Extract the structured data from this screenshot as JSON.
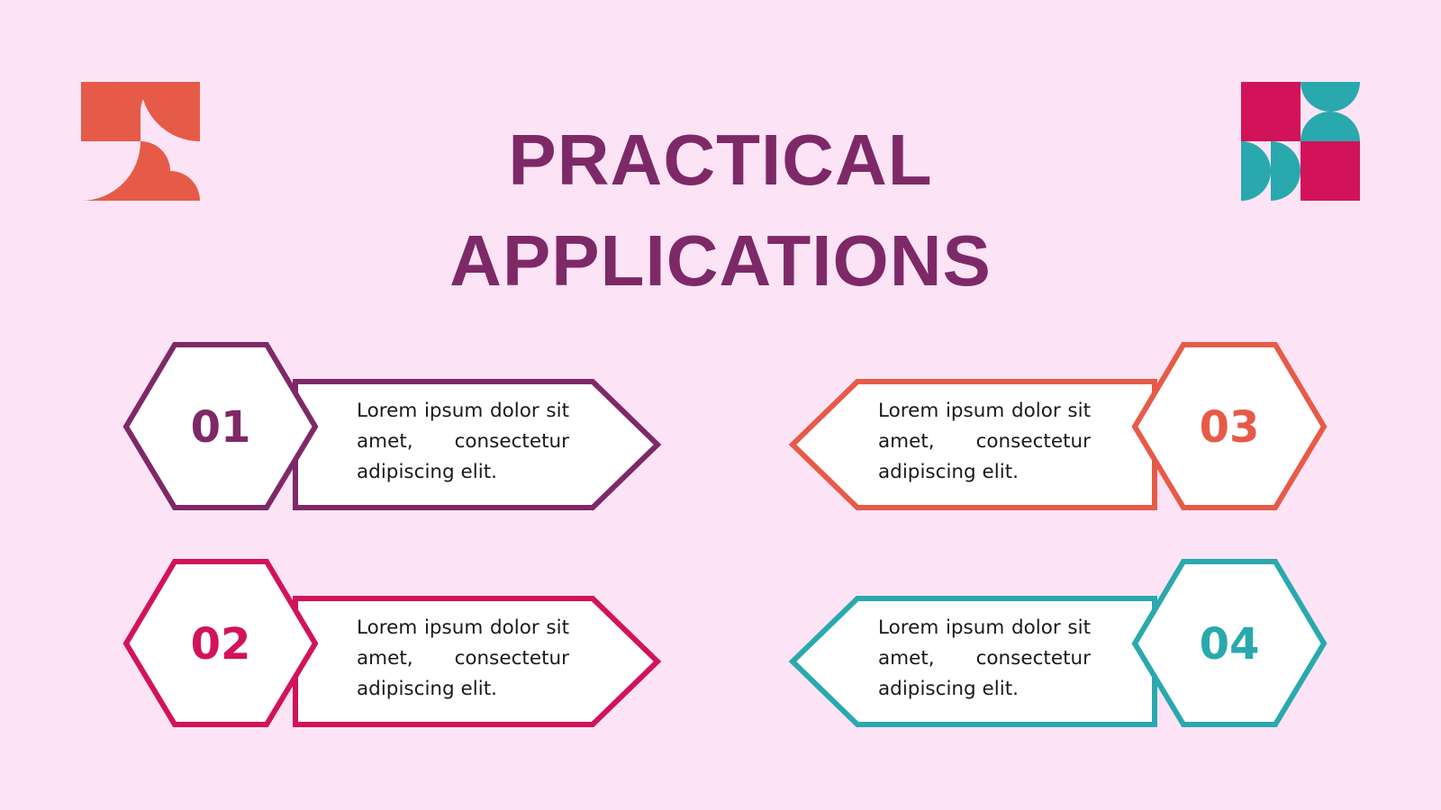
{
  "title": {
    "line1": "PRACTICAL",
    "line2": "APPLICATIONS"
  },
  "colors": {
    "background": "#fde3f6",
    "title": "#7e2967",
    "purple": "#7e2967",
    "crimson": "#d2135a",
    "coral": "#e65b48",
    "teal": "#29a9ae"
  },
  "items": [
    {
      "number": "01",
      "text": "Lorem ipsum dolor sit amet, consectetur adipiscing elit.",
      "color": "#7e2967"
    },
    {
      "number": "02",
      "text": "Lorem ipsum dolor sit amet, consectetur adipiscing elit.",
      "color": "#d2135a"
    },
    {
      "number": "03",
      "text": "Lorem ipsum dolor sit amet, consectetur adipiscing elit.",
      "color": "#e65b48"
    },
    {
      "number": "04",
      "text": "Lorem ipsum dolor sit amet, consectetur adipiscing elit.",
      "color": "#29a9ae"
    }
  ],
  "decorations": {
    "left": "coral-quarter-circles-pattern-icon",
    "right": "crimson-teal-block-pattern-icon"
  }
}
